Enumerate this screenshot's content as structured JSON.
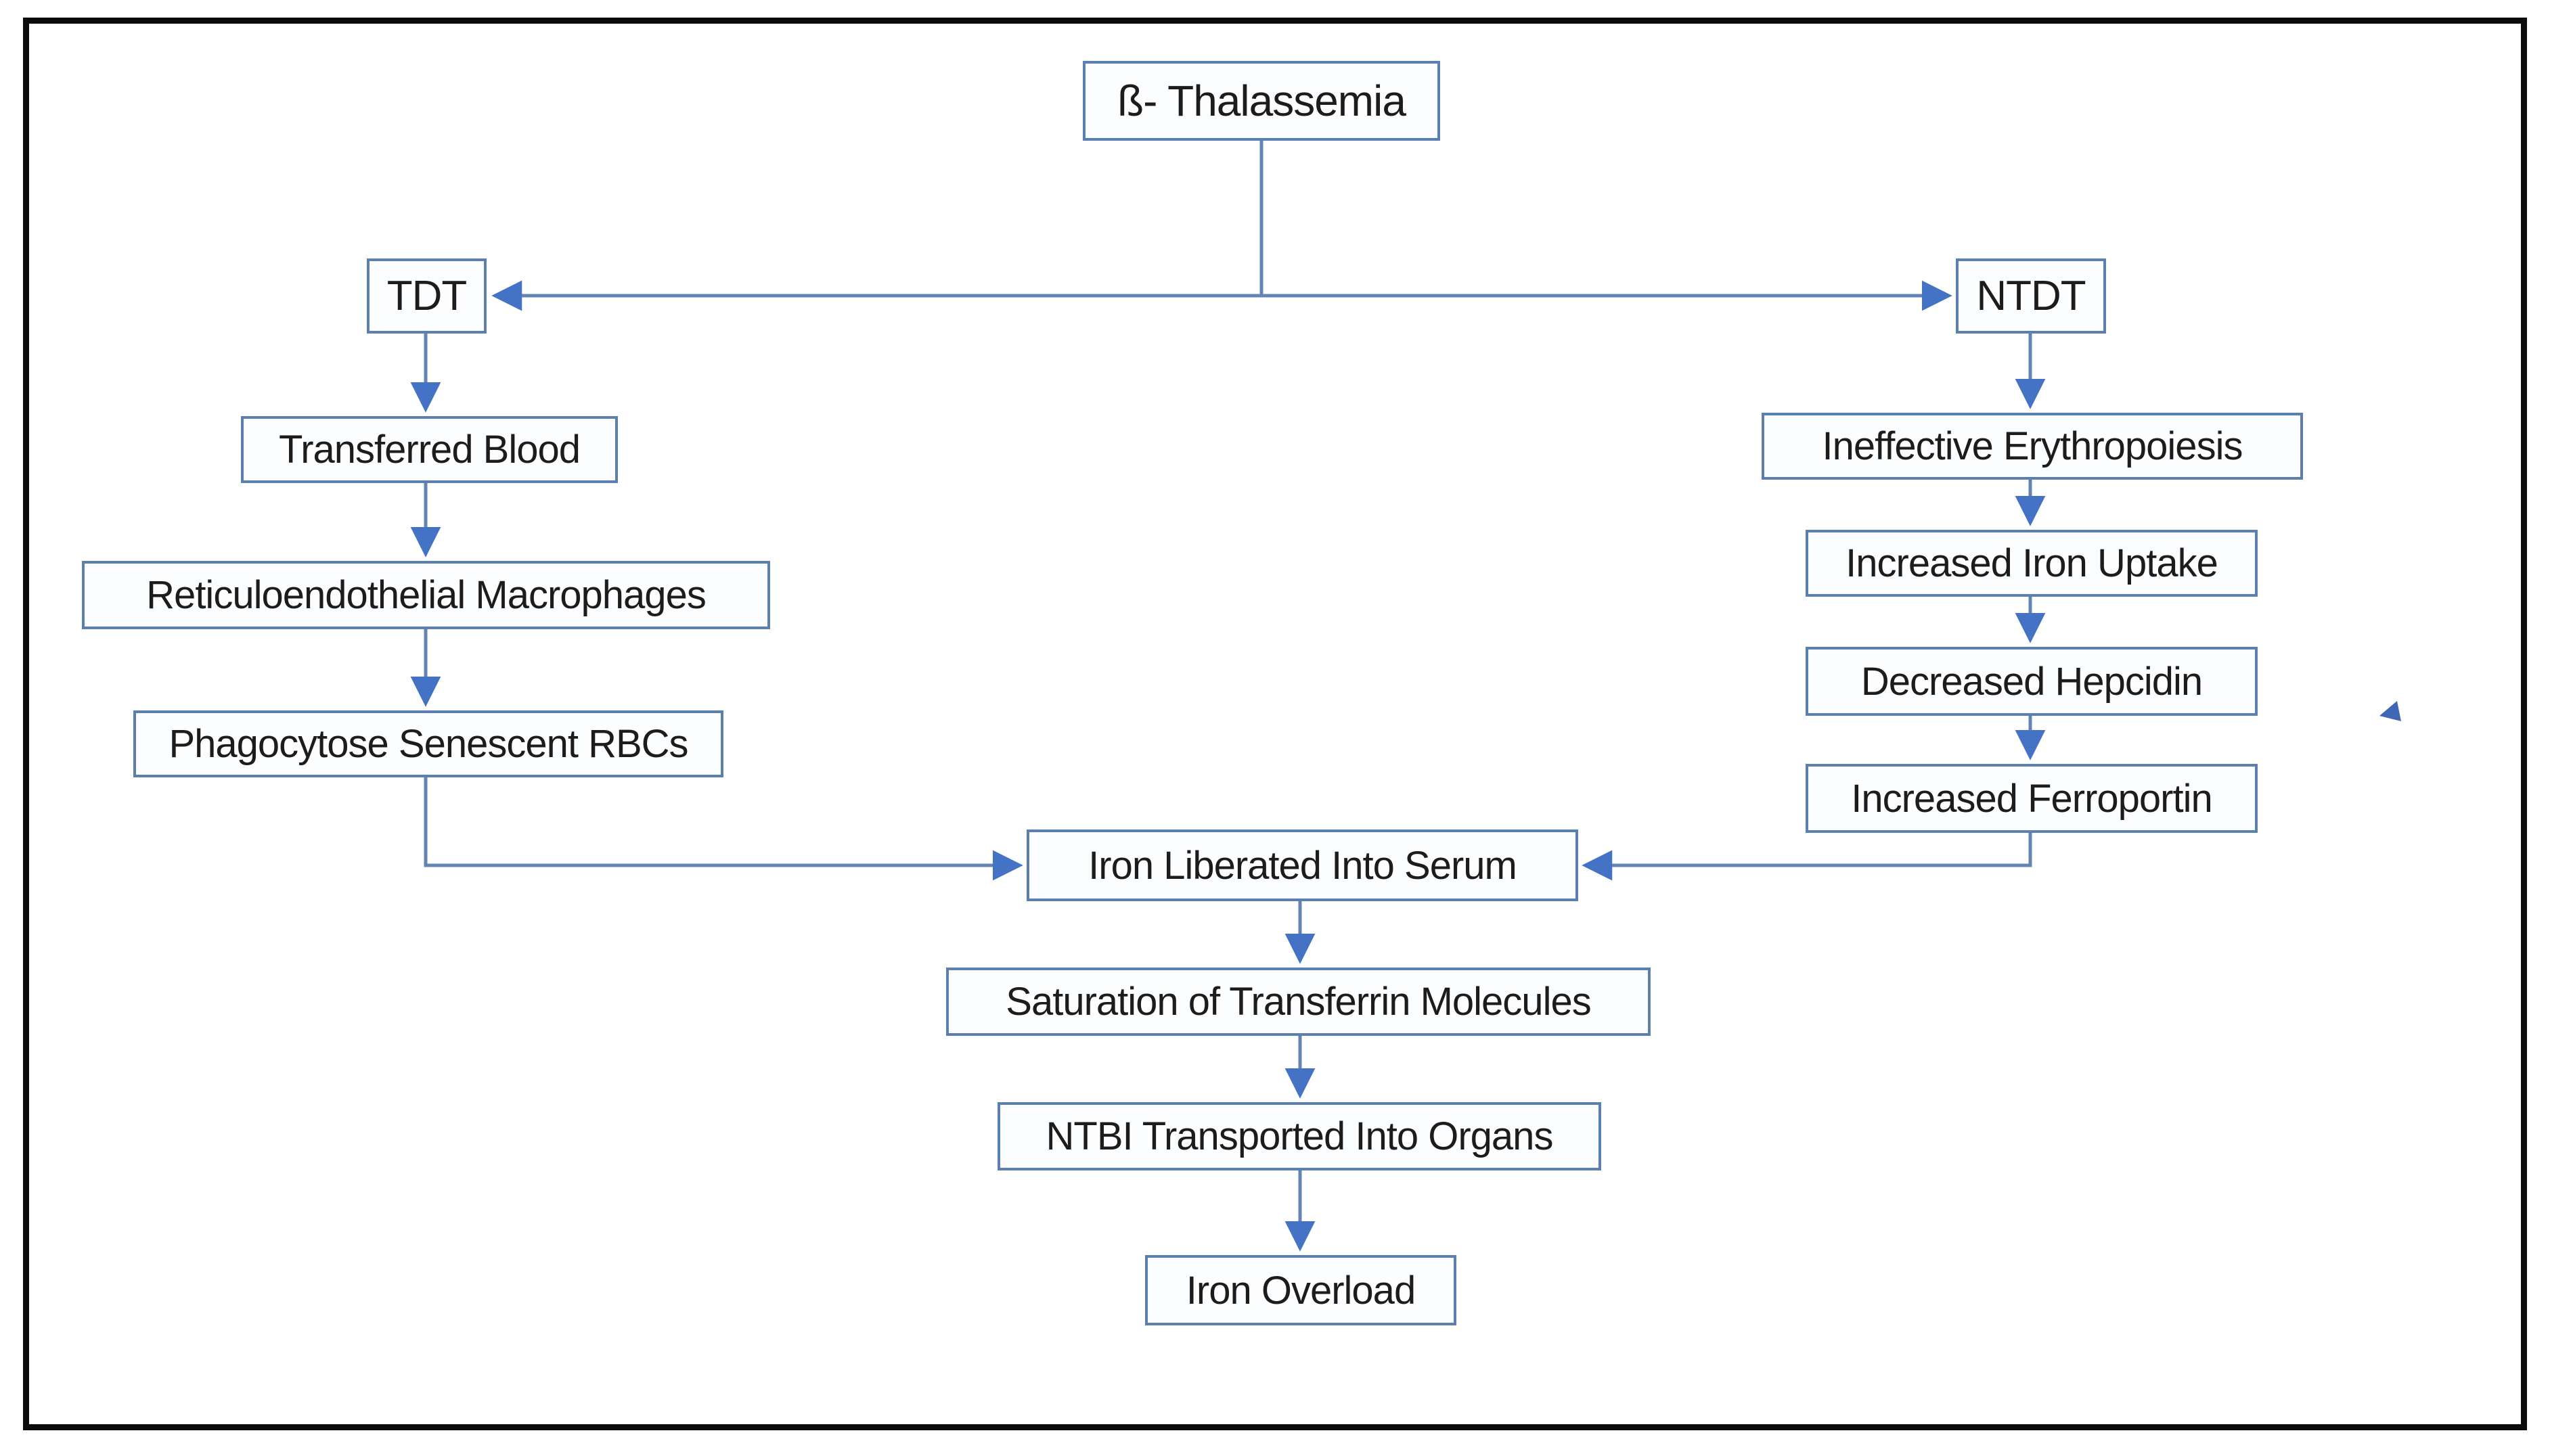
{
  "diagram": {
    "title": "ß- Thalassemia",
    "nodes": {
      "thalassemia": {
        "label": "ß- Thalassemia"
      },
      "tdt": {
        "label": "TDT"
      },
      "ntdt": {
        "label": "NTDT"
      },
      "transferred_blood": {
        "label": "Transferred Blood"
      },
      "reticuloendothelial_macrophages": {
        "label": "Reticuloendothelial Macrophages"
      },
      "phagocytose_senescent_rbcs": {
        "label": "Phagocytose Senescent RBCs"
      },
      "ineffective_erythropoiesis": {
        "label": "Ineffective Erythropoiesis"
      },
      "increased_iron_uptake": {
        "label": "Increased Iron Uptake"
      },
      "decreased_hepcidin": {
        "label": "Decreased Hepcidin"
      },
      "increased_ferroportin": {
        "label": "Increased Ferroportin"
      },
      "iron_liberated_into_serum": {
        "label": "Iron Liberated Into Serum"
      },
      "saturation_of_transferrin_molecules": {
        "label": "Saturation of Transferrin Molecules"
      },
      "ntbi_transported_into_organs": {
        "label": "NTBI Transported Into Organs"
      },
      "iron_overload": {
        "label": "Iron Overload"
      }
    },
    "edges": [
      {
        "from": "thalassemia",
        "to": "tdt"
      },
      {
        "from": "thalassemia",
        "to": "ntdt"
      },
      {
        "from": "tdt",
        "to": "transferred_blood"
      },
      {
        "from": "transferred_blood",
        "to": "reticuloendothelial_macrophages"
      },
      {
        "from": "reticuloendothelial_macrophages",
        "to": "phagocytose_senescent_rbcs"
      },
      {
        "from": "phagocytose_senescent_rbcs",
        "to": "iron_liberated_into_serum"
      },
      {
        "from": "ntdt",
        "to": "ineffective_erythropoiesis"
      },
      {
        "from": "ineffective_erythropoiesis",
        "to": "increased_iron_uptake"
      },
      {
        "from": "increased_iron_uptake",
        "to": "decreased_hepcidin"
      },
      {
        "from": "decreased_hepcidin",
        "to": "increased_ferroportin"
      },
      {
        "from": "increased_ferroportin",
        "to": "iron_liberated_into_serum"
      },
      {
        "from": "iron_liberated_into_serum",
        "to": "saturation_of_transferrin_molecules"
      },
      {
        "from": "saturation_of_transferrin_molecules",
        "to": "ntbi_transported_into_organs"
      },
      {
        "from": "ntbi_transported_into_organs",
        "to": "iron_overload"
      }
    ],
    "colors": {
      "box_border": "#5b7faf",
      "box_fill": "#fcfdff",
      "connector": "#6484b4",
      "arrowhead": "#4472c4",
      "text": "#1c1c1c",
      "outer_frame": "#0b0b0b",
      "background": "#ffffff"
    }
  }
}
